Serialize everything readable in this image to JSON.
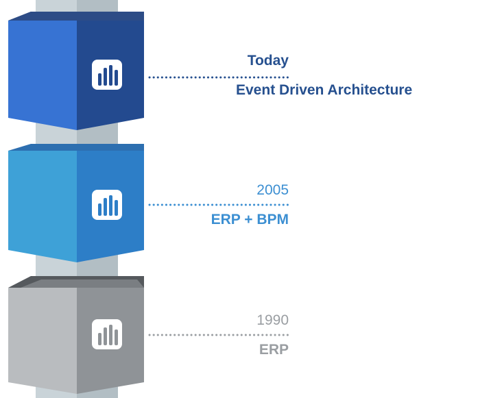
{
  "tiers": [
    {
      "year": "Today",
      "label": "Event Driven Architecture",
      "icon": "bar-chart-logo-icon",
      "colors": {
        "front": "#3773d3",
        "side": "#234a8f",
        "top": "#2d4c86",
        "back": "#22325f",
        "text": "#26508f",
        "dots": "#26508f"
      }
    },
    {
      "year": "2005",
      "label": "ERP + BPM",
      "icon": "bar-chart-logo-icon",
      "colors": {
        "front": "#3ea1d7",
        "side": "#2d7ec7",
        "top": "#2d6fb0",
        "back": "#2a5f99",
        "text": "#3c8fd2",
        "dots": "#3c8fd2"
      }
    },
    {
      "year": "1990",
      "label": "ERP",
      "icon": "bar-chart-logo-icon",
      "colors": {
        "front": "#b9bcbf",
        "side": "#8f9397",
        "top": "#7a7e82",
        "back": "#55595d",
        "text": "#9a9ea2",
        "dots": "#9a9ea2"
      }
    }
  ],
  "pillar": {
    "left": "#c9d3d8",
    "right": "#b2bec4"
  }
}
